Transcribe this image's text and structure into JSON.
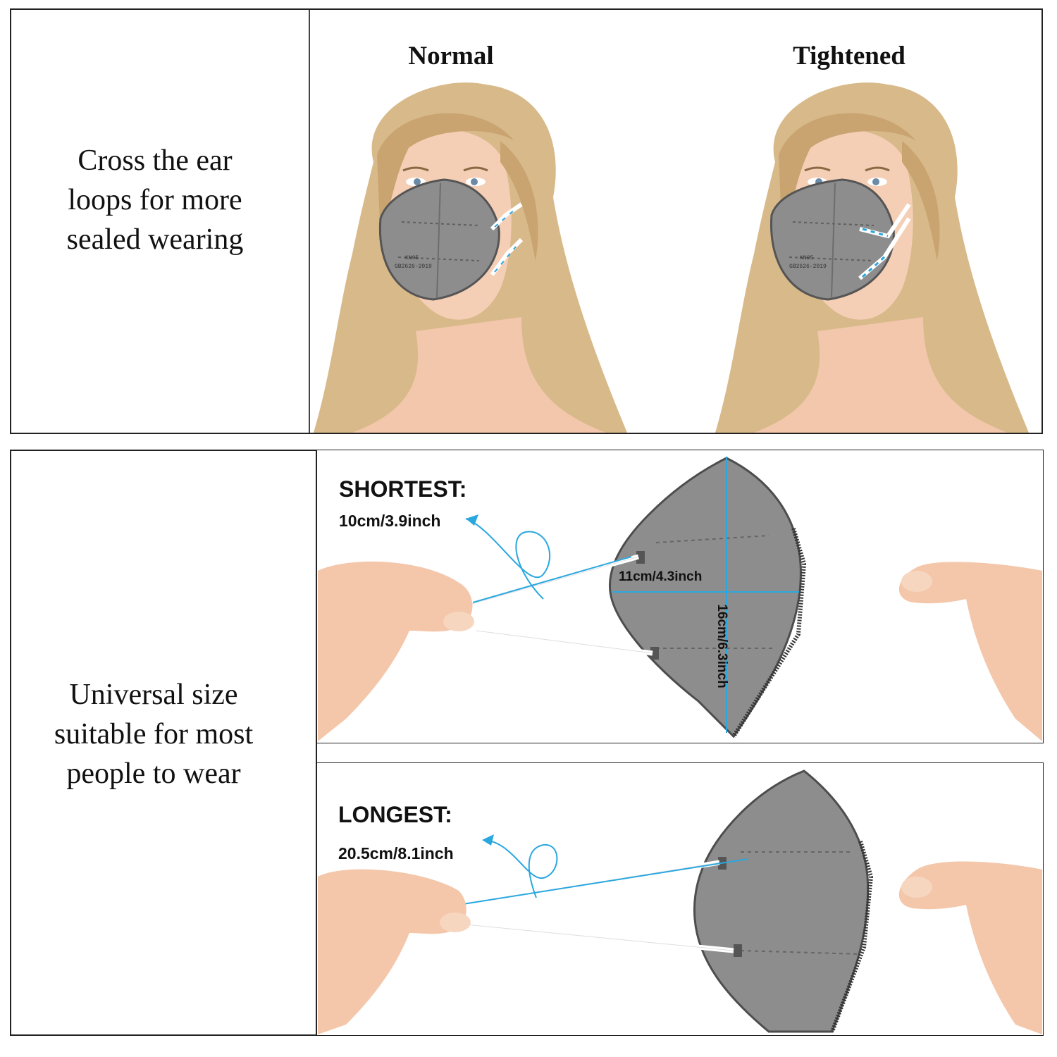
{
  "top_panel": {
    "caption_lines": [
      "Cross the ear",
      "loops for more",
      "sealed wearing"
    ],
    "left_title": "Normal",
    "right_title": "Tightened",
    "mask_text_1": "KN95",
    "mask_text_2": "GB2626-2019"
  },
  "bottom_panel": {
    "caption_lines": [
      "Universal size",
      "suitable for most",
      "people to wear"
    ],
    "shortest_label": "SHORTEST:",
    "shortest_value": "10cm/3.9inch",
    "width_label": "11cm/4.3inch",
    "height_label": "16cm/6.3inch",
    "longest_label": "LONGEST:",
    "longest_value": "20.5cm/8.1inch"
  },
  "colors": {
    "measure_blue": "#2aa7df",
    "mask_gray": "#8d8d8d",
    "hair": "#d8b98a",
    "skin": "#f2c7ab",
    "border": "#222222"
  }
}
